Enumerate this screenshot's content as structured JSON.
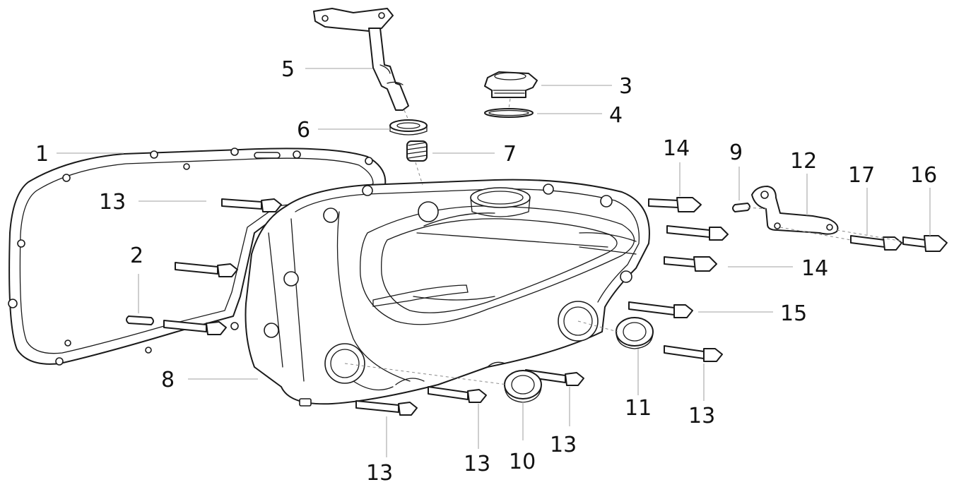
{
  "diagram": {
    "callouts": [
      {
        "id": "c1",
        "label": "1"
      },
      {
        "id": "c2",
        "label": "2"
      },
      {
        "id": "c3",
        "label": "3"
      },
      {
        "id": "c4",
        "label": "4"
      },
      {
        "id": "c5",
        "label": "5"
      },
      {
        "id": "c6",
        "label": "6"
      },
      {
        "id": "c7",
        "label": "7"
      },
      {
        "id": "c8",
        "label": "8"
      },
      {
        "id": "c9",
        "label": "9"
      },
      {
        "id": "c10",
        "label": "10"
      },
      {
        "id": "c11",
        "label": "11"
      },
      {
        "id": "c12",
        "label": "12"
      },
      {
        "id": "c13a",
        "label": "13"
      },
      {
        "id": "c13b",
        "label": "13"
      },
      {
        "id": "c13c",
        "label": "13"
      },
      {
        "id": "c13d",
        "label": "13"
      },
      {
        "id": "c13e",
        "label": "13"
      },
      {
        "id": "c14a",
        "label": "14"
      },
      {
        "id": "c14b",
        "label": "14"
      },
      {
        "id": "c15",
        "label": "15"
      },
      {
        "id": "c16",
        "label": "16"
      },
      {
        "id": "c17",
        "label": "17"
      }
    ]
  }
}
